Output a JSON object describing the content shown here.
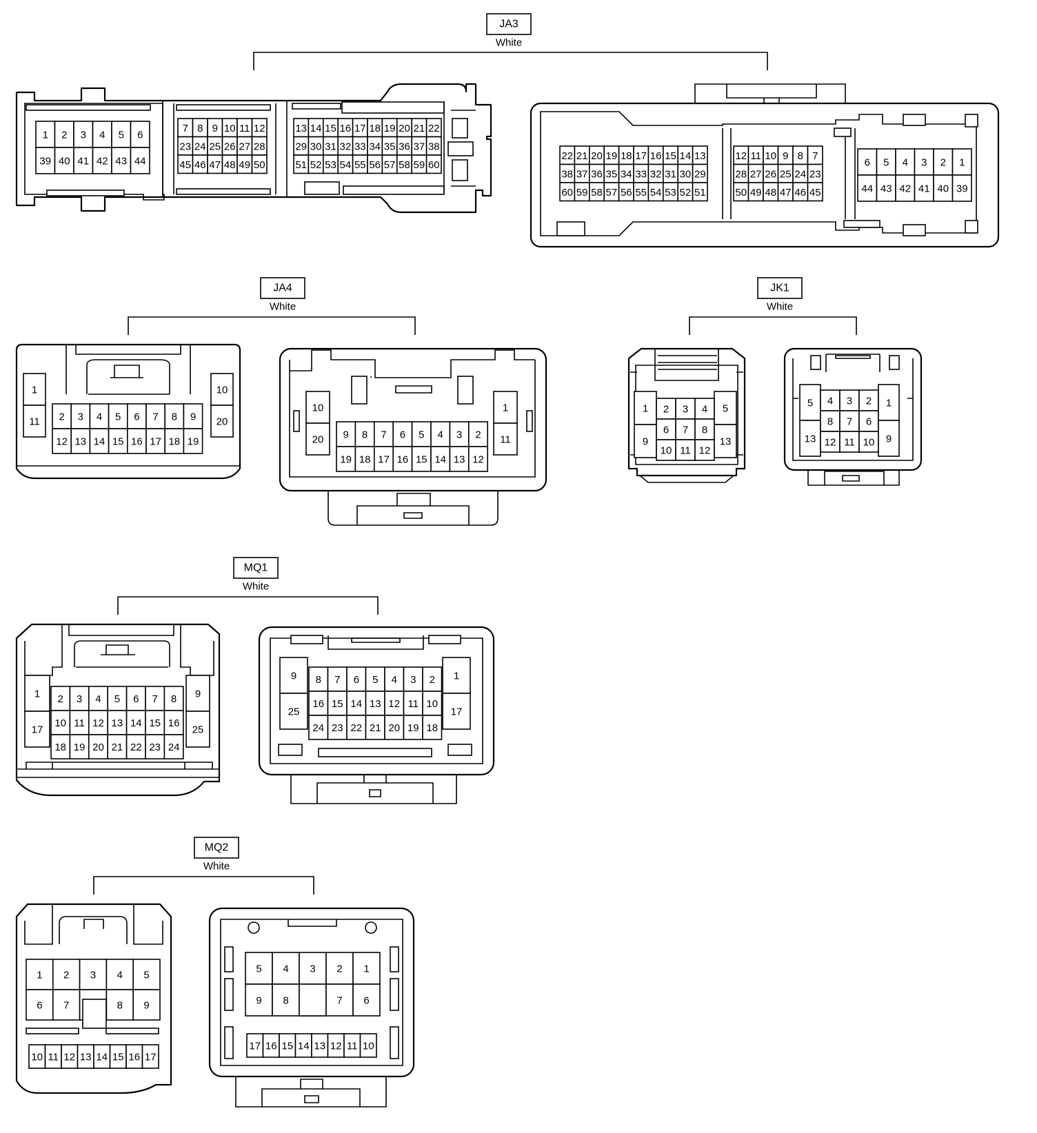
{
  "connectors": [
    {
      "id": "JA3",
      "name": "JA3",
      "color": "White",
      "views": [
        {
          "pins": [
            [
              "1",
              "2",
              "3",
              "4",
              "5",
              "6"
            ],
            [
              "39",
              "40",
              "41",
              "42",
              "43",
              "44"
            ]
          ],
          "pins_b": [
            [
              "7",
              "8",
              "9",
              "10",
              "11",
              "12"
            ],
            [
              "23",
              "24",
              "25",
              "26",
              "27",
              "28"
            ],
            [
              "45",
              "46",
              "47",
              "48",
              "49",
              "50"
            ]
          ],
          "pins_c": [
            [
              "13",
              "14",
              "15",
              "16",
              "17",
              "18",
              "19",
              "20",
              "21",
              "22"
            ],
            [
              "29",
              "30",
              "31",
              "32",
              "33",
              "34",
              "35",
              "36",
              "37",
              "38"
            ],
            [
              "51",
              "52",
              "53",
              "54",
              "55",
              "56",
              "57",
              "58",
              "59",
              "60"
            ]
          ]
        },
        {
          "pins": [
            [
              "22",
              "21",
              "20",
              "19",
              "18",
              "17",
              "16",
              "15",
              "14",
              "13"
            ],
            [
              "38",
              "37",
              "36",
              "35",
              "34",
              "33",
              "32",
              "31",
              "30",
              "29"
            ],
            [
              "60",
              "59",
              "58",
              "57",
              "56",
              "55",
              "54",
              "53",
              "52",
              "51"
            ]
          ],
          "pins_b": [
            [
              "12",
              "11",
              "10",
              "9",
              "8",
              "7"
            ],
            [
              "28",
              "27",
              "26",
              "25",
              "24",
              "23"
            ],
            [
              "50",
              "49",
              "48",
              "47",
              "46",
              "45"
            ]
          ],
          "pins_c": [
            [
              "6",
              "5",
              "4",
              "3",
              "2",
              "1"
            ],
            [
              "44",
              "43",
              "42",
              "41",
              "40",
              "39"
            ]
          ]
        }
      ]
    },
    {
      "id": "JA4",
      "name": "JA4",
      "color": "White",
      "views": [
        {
          "left": [
            "1",
            "11"
          ],
          "pins": [
            [
              "2",
              "3",
              "4",
              "5",
              "6",
              "7",
              "8",
              "9"
            ],
            [
              "12",
              "13",
              "14",
              "15",
              "16",
              "17",
              "18",
              "19"
            ]
          ],
          "right": [
            "10",
            "20"
          ]
        },
        {
          "left": [
            "10",
            "20"
          ],
          "pins": [
            [
              "9",
              "8",
              "7",
              "6",
              "5",
              "4",
              "3",
              "2"
            ],
            [
              "19",
              "18",
              "17",
              "16",
              "15",
              "14",
              "13",
              "12"
            ]
          ],
          "right": [
            "1",
            "11"
          ]
        }
      ]
    },
    {
      "id": "JK1",
      "name": "JK1",
      "color": "White",
      "views": [
        {
          "left": [
            "1",
            "9"
          ],
          "pins": [
            [
              "2",
              "3",
              "4"
            ],
            [
              "6",
              "7",
              "8"
            ],
            [
              "10",
              "11",
              "12"
            ]
          ],
          "right": [
            "5",
            "13"
          ]
        },
        {
          "left": [
            "5",
            "13"
          ],
          "pins": [
            [
              "4",
              "3",
              "2"
            ],
            [
              "8",
              "7",
              "6"
            ],
            [
              "12",
              "11",
              "10"
            ]
          ],
          "right": [
            "1",
            "9"
          ]
        }
      ]
    },
    {
      "id": "MQ1",
      "name": "MQ1",
      "color": "White",
      "views": [
        {
          "left": [
            "1",
            "17"
          ],
          "pins": [
            [
              "2",
              "3",
              "4",
              "5",
              "6",
              "7",
              "8"
            ],
            [
              "10",
              "11",
              "12",
              "13",
              "14",
              "15",
              "16"
            ],
            [
              "18",
              "19",
              "20",
              "21",
              "22",
              "23",
              "24"
            ]
          ],
          "right": [
            "9",
            "25"
          ]
        },
        {
          "left": [
            "9",
            "25"
          ],
          "pins": [
            [
              "8",
              "7",
              "6",
              "5",
              "4",
              "3",
              "2"
            ],
            [
              "16",
              "15",
              "14",
              "13",
              "12",
              "11",
              "10"
            ],
            [
              "24",
              "23",
              "22",
              "21",
              "20",
              "19",
              "18"
            ]
          ],
          "right": [
            "1",
            "17"
          ]
        }
      ]
    },
    {
      "id": "MQ2",
      "name": "MQ2",
      "color": "White",
      "views": [
        {
          "pins": [
            [
              "1",
              "2",
              "3",
              "4",
              "5"
            ],
            [
              "6",
              "7",
              "",
              "8",
              "9"
            ]
          ],
          "bottom": [
            "10",
            "11",
            "12",
            "13",
            "14",
            "15",
            "16",
            "17"
          ]
        },
        {
          "pins": [
            [
              "5",
              "4",
              "3",
              "2",
              "1"
            ],
            [
              "9",
              "8",
              "",
              "7",
              "6"
            ]
          ],
          "bottom": [
            "17",
            "16",
            "15",
            "14",
            "13",
            "12",
            "11",
            "10"
          ]
        }
      ]
    }
  ]
}
